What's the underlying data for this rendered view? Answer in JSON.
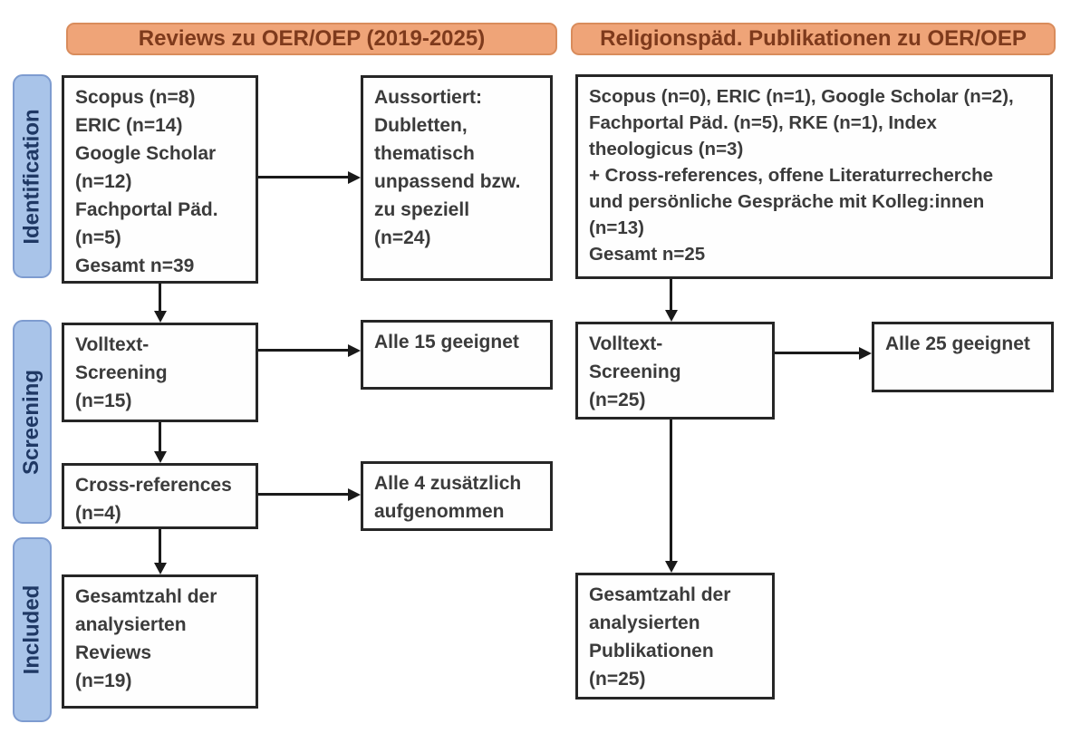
{
  "headers": {
    "left": "Reviews zu OER/OEP (2019-2025)",
    "right": "Religionspäd. Publikationen zu OER/OEP"
  },
  "stages": {
    "identification": "Identification",
    "screening": "Screening",
    "included": "Included"
  },
  "left_column": {
    "sources": {
      "lines": [
        "Scopus (n=8)",
        "ERIC (n=14)",
        "Google Scholar",
        "(n=12)",
        "Fachportal Päd.",
        "(n=5)",
        "Gesamt n=39"
      ]
    },
    "excluded": {
      "lines": [
        "Aussortiert:",
        "Dubletten,",
        "thematisch",
        "unpassend bzw.",
        "zu speziell",
        "(n=24)"
      ]
    },
    "fulltext_screening": {
      "lines": [
        "Volltext-",
        "Screening",
        "(n=15)"
      ]
    },
    "fulltext_result": {
      "lines": [
        "Alle 15 geeignet"
      ]
    },
    "cross_references": {
      "lines": [
        "Cross-references",
        "(n=4)"
      ]
    },
    "cross_references_result": {
      "lines": [
        "Alle 4 zusätzlich",
        "aufgenommen"
      ]
    },
    "included_total": {
      "lines": [
        "Gesamtzahl der",
        "analysierten",
        "Reviews",
        "(n=19)"
      ]
    }
  },
  "right_column": {
    "sources": {
      "lines": [
        "Scopus (n=0), ERIC (n=1), Google Scholar (n=2),",
        "Fachportal Päd. (n=5), RKE (n=1), Index",
        "theologicus (n=3)",
        "+ Cross-references, offene Literaturrecherche",
        "und persönliche Gespräche mit Kolleg:innen",
        "(n=13)",
        "Gesamt n=25"
      ]
    },
    "fulltext_screening": {
      "lines": [
        "Volltext-",
        "Screening",
        "(n=25)"
      ]
    },
    "fulltext_result": {
      "lines": [
        "Alle 25 geeignet"
      ]
    },
    "included_total": {
      "lines": [
        "Gesamtzahl der",
        "analysierten",
        "Publikationen",
        "(n=25)"
      ]
    }
  },
  "colors": {
    "header_fill": "#EFA478",
    "header_border": "#D98C5C",
    "header_text": "#7E3A1C",
    "stage_fill": "#A9C4E9",
    "stage_border": "#7E9CD0",
    "stage_text": "#1F3864",
    "box_border": "#262626",
    "box_text": "#3B3B3B",
    "arrow": "#1A1A1A"
  }
}
